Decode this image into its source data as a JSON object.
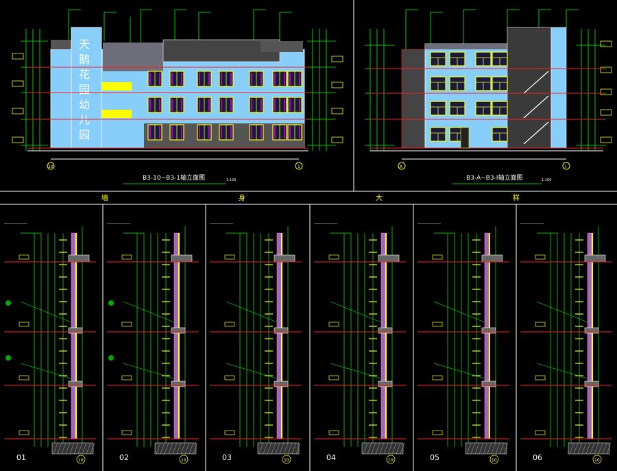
{
  "title_bar": {
    "chars": [
      "墙",
      "身",
      "大",
      "样"
    ]
  },
  "elevations": [
    {
      "title": "B3-10~B3-1轴立面图",
      "scale": "1:100",
      "sign_chars": [
        "天",
        "鹅",
        "花",
        "园",
        "幼",
        "儿",
        "园"
      ],
      "axis_left": "10",
      "axis_right": "1"
    },
    {
      "title": "B3-A~B3-I轴立面图",
      "scale": "1:100",
      "axis_left": "A",
      "axis_right": "I"
    }
  ],
  "sections": [
    {
      "label": "01",
      "axis": "10"
    },
    {
      "label": "02",
      "axis": "10"
    },
    {
      "label": "03",
      "axis": "10"
    },
    {
      "label": "04",
      "axis": "10"
    },
    {
      "label": "05",
      "axis": "10"
    },
    {
      "label": "06",
      "axis": "10"
    }
  ],
  "colors": {
    "background": "#000000",
    "frame": "#ffffff",
    "dimension": "#00ff00",
    "level": "#ff2020",
    "wall_fill": "#87cefa",
    "window_frame": "#ffff00",
    "window_glass": "#ff00ff",
    "brick": "#9b6ab0",
    "tag": "#ffff00"
  }
}
